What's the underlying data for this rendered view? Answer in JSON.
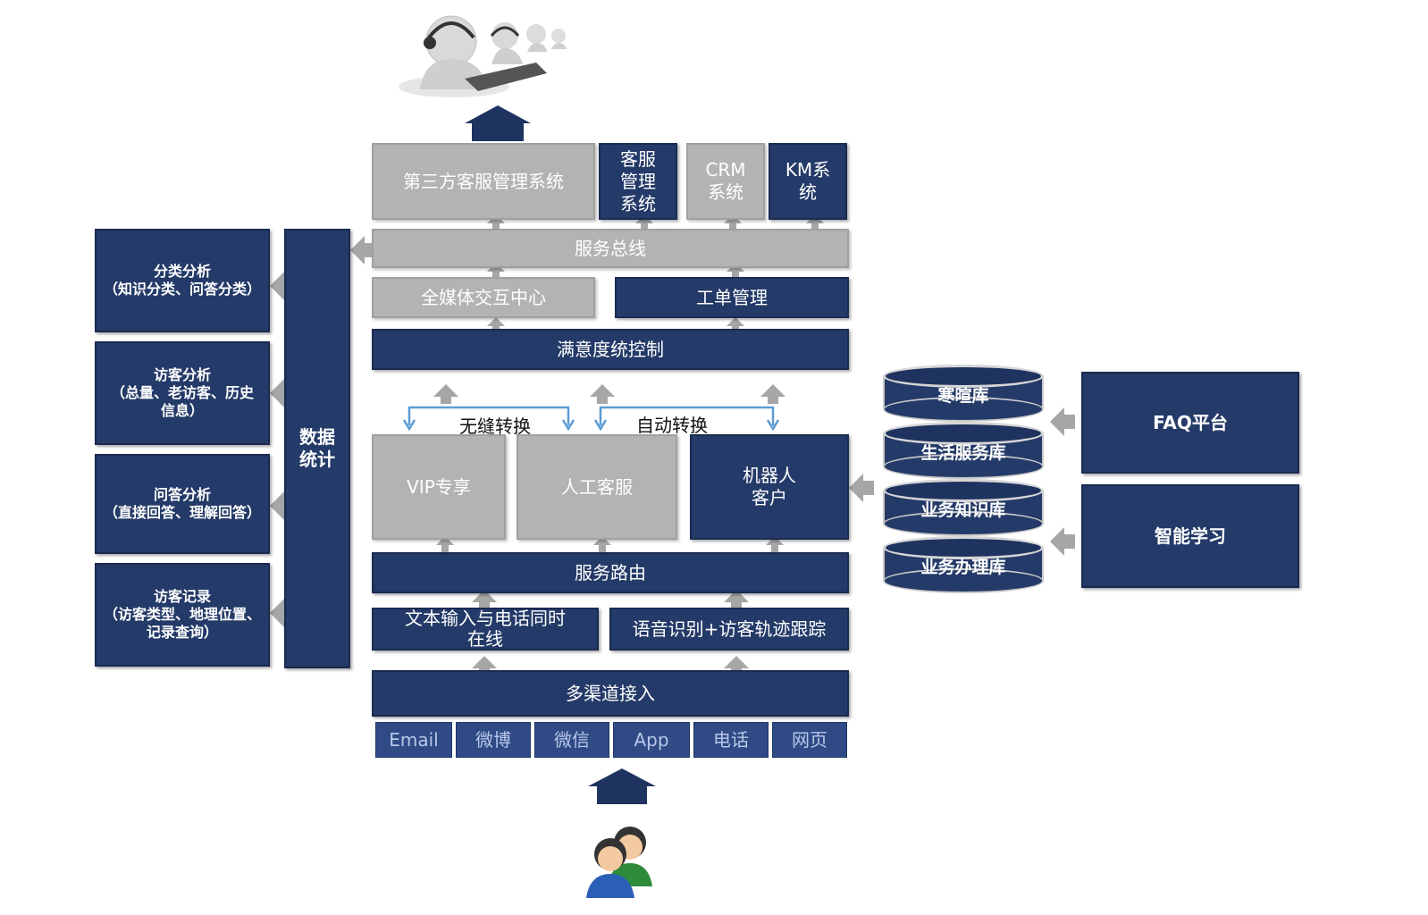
{
  "top_systems": {
    "third_party": "第三方客服管理系统",
    "cs_mgmt": "客服\n管理\n系统",
    "crm": "CRM\n系统",
    "km": "KM系\n统"
  },
  "bus": "服务总线",
  "omni": "全媒体交互中心",
  "ticket": "工单管理",
  "satisfaction": "满意度统控制",
  "switch": {
    "seamless": "无缝转换",
    "auto": "自动转换"
  },
  "service_modes": {
    "vip": "VIP专享",
    "human": "人工客服",
    "robot": "机器人\n客户"
  },
  "routing": "服务路由",
  "inputs": {
    "text_phone": "文本输入与电话同时\n在线",
    "voice": "语音识别+访客轨迹跟踪"
  },
  "multichannel": "多渠道接入",
  "channels": [
    "Email",
    "微博",
    "微信",
    "App",
    "电话",
    "网页"
  ],
  "stats": {
    "title": "数据\n统计",
    "items": [
      "分类分析\n（知识分类、问答分类）",
      "访客分析\n（总量、老访客、历史\n信息）",
      "问答分析\n（直接回答、理解回答）",
      "访客记录\n（访客类型、地理位置、\n记录查询）"
    ]
  },
  "knowledge_bases": [
    "寒暄库",
    "生活服务库",
    "业务知识库",
    "业务办理库"
  ],
  "right_panels": {
    "faq": "FAQ平台",
    "learning": "智能学习"
  },
  "colors": {
    "navy": "#243a68",
    "gray": "#b3b3b3",
    "channel": "#2f4a85",
    "switch_line": "#5b9bd5"
  }
}
